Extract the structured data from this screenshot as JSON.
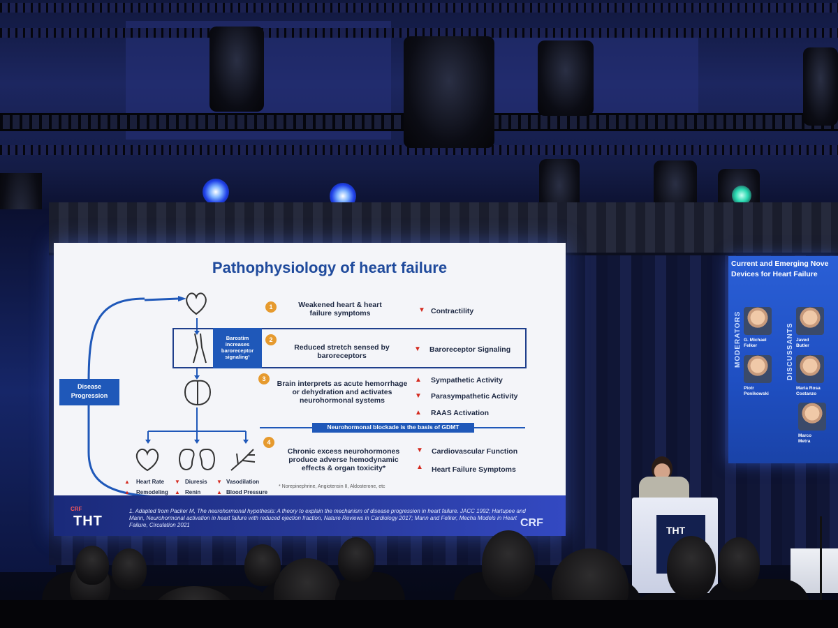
{
  "slide": {
    "title": "Pathophysiology of heart failure",
    "disease_progression": "Disease Progression",
    "barostim": "Barostim increases baroreceptor signaling¹",
    "steps": [
      {
        "num": "1",
        "text": "Weakened heart & heart failure symptoms",
        "effects": [
          "Contractility"
        ]
      },
      {
        "num": "2",
        "text": "Reduced stretch sensed by baroreceptors",
        "effects": [
          "Baroreceptor Signaling"
        ]
      },
      {
        "num": "3",
        "text": "Brain interprets as acute hemorrhage or dehydration and activates neurohormonal systems",
        "effects": [
          "Sympathetic Activity",
          "Parasympathetic Activity",
          "RAAS Activation"
        ]
      },
      {
        "num": "4",
        "text": "Chronic excess neurohormones produce adverse hemodynamic effects & organ toxicity*",
        "effects": [
          "Cardiovascular Function",
          "Heart Failure Symptoms"
        ]
      }
    ],
    "gdmt_banner": "Neurohormonal blockade is the basis of GDMT",
    "organ_effects": [
      "Heart Rate",
      "Remodeling",
      "Diuresis",
      "Renin",
      "Vasodilation",
      "Blood Pressure"
    ],
    "footnote": "* Norepinephrine, Angiotensin II, Aldosterone, etc",
    "citation": "1. Adapted from Packer M, The neurohormonal hypothesis: A theory to explain the mechanism of disease progression in heart failure. JACC 1992; Hartupee and Mann, Neurohormonal activation in heart failure with reduced ejection fraction, Nature Reviews in Cardiology 2017; Mann and Felker, Mecha Models in Heart Failure, Circulation 2021",
    "logo_left_small": "CRF",
    "logo_left": "THT",
    "logo_right": "CRF"
  },
  "side_screen": {
    "title_line1": "Current and Emerging Nove",
    "title_line2": "Devices for Heart Failure",
    "moderators_label": "MODERATORS",
    "discussants_label": "DISCUSSANTS",
    "people": [
      {
        "name_line1": "G. Michael",
        "name_line2": "Felker"
      },
      {
        "name_line1": "Javed",
        "name_line2": "Butler"
      },
      {
        "name_line1": "Piotr",
        "name_line2": "Ponikowski"
      },
      {
        "name_line1": "Maria Rosa",
        "name_line2": "Costanzo"
      },
      {
        "name_line1": "Marco",
        "name_line2": "Metra"
      }
    ]
  },
  "podium": {
    "logo": "THT"
  },
  "colors": {
    "slide_blue": "#1f58b9",
    "title_blue": "#1f4a9c",
    "badge_orange": "#e69a2e",
    "arrow_red": "#d42a1f",
    "stage_light_blue": "#1e3fe8"
  }
}
